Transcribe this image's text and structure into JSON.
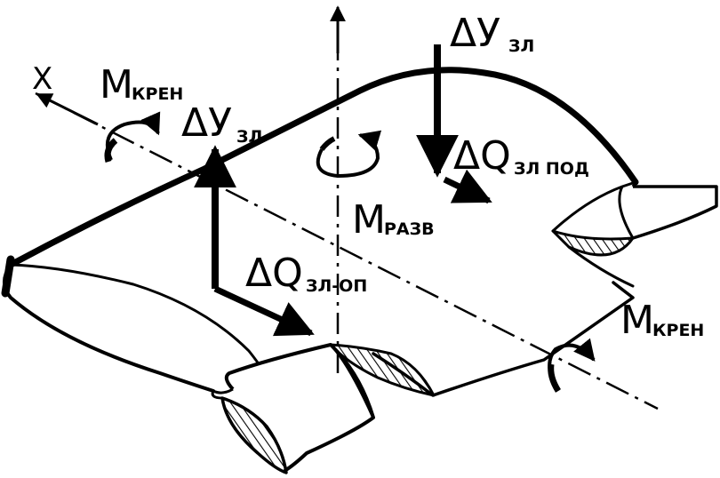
{
  "diagram": {
    "axis_x_label": "X",
    "labels": {
      "m_kren_left": {
        "main": "M",
        "sub": "КРЕН"
      },
      "m_kren_right": {
        "main": "M",
        "sub": "КРЕН"
      },
      "m_razv": {
        "main": "M",
        "sub": "РАЗВ"
      },
      "dy_left": {
        "main": "ΔУ",
        "sub": "ЗЛ"
      },
      "dy_right": {
        "main": "ΔУ",
        "sub": "ЗЛ"
      },
      "dq_left": {
        "main": "ΔQ",
        "sub": "ЗЛ-ОП"
      },
      "dq_right": {
        "main": "ΔQ",
        "sub": "ЗЛ ПОД"
      }
    }
  }
}
